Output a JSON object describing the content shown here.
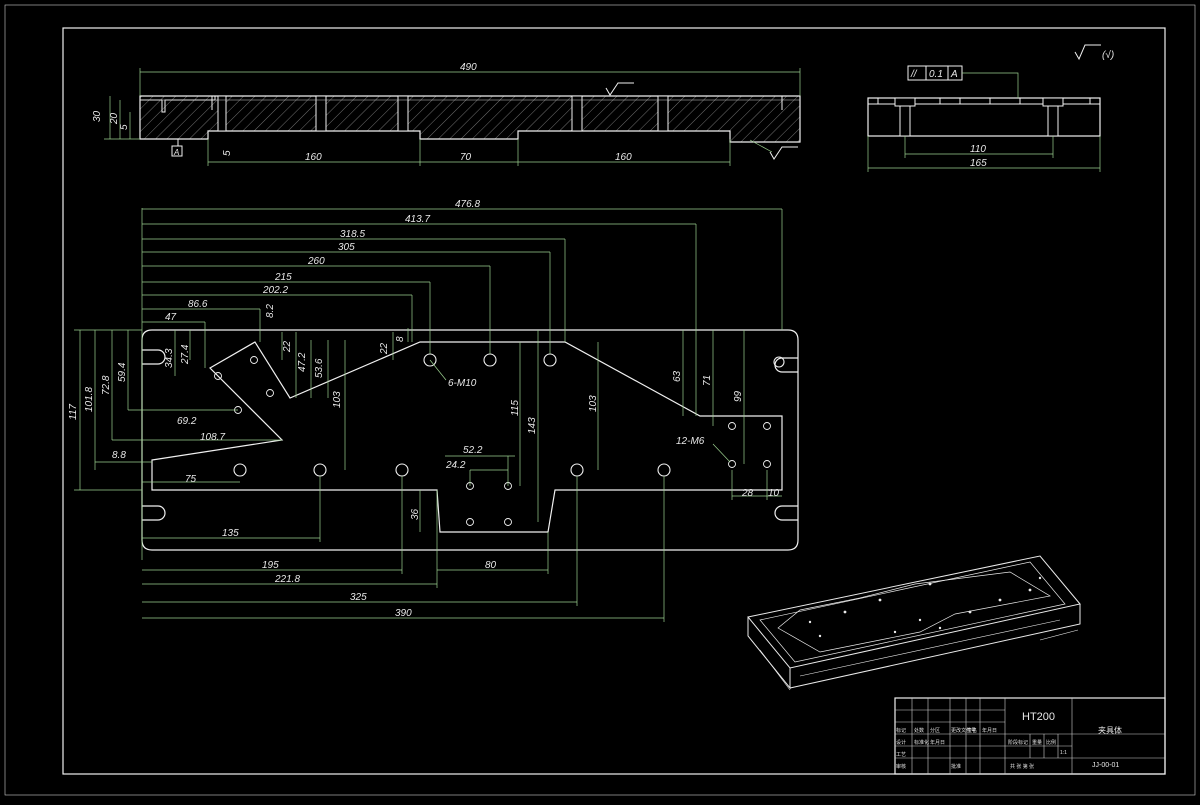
{
  "drawing": {
    "surface_roughness_note": "(√)",
    "top_view_dims": {
      "overall": "490",
      "h30": "30",
      "h20": "20",
      "h5": "5",
      "step5": "5",
      "seg1": "160",
      "seg2": "70",
      "seg3": "160",
      "datum": "A"
    },
    "side_view": {
      "tolerance_symbol": "//",
      "tolerance_value": "0.1",
      "tolerance_datum": "A",
      "inner": "110",
      "outer": "165"
    },
    "plan_view_dims": {
      "h476": "476.8",
      "h413": "413.7",
      "h318": "318.5",
      "h305": "305",
      "h260": "260",
      "h215": "215",
      "h202": "202.2",
      "h86": "86.6",
      "h47": "47",
      "v8_2": "8.2",
      "v22": "22",
      "v8": "8",
      "v22b": "22",
      "v34": "34.3",
      "v27": "27.4",
      "v47": "47.2",
      "v53": "53.6",
      "v103a": "103",
      "v117": "117",
      "v101": "101.8",
      "v72": "72.8",
      "v59": "59.4",
      "h69": "69.2",
      "h108": "108.7",
      "h8_8": "8.8",
      "h75": "75",
      "h135": "135",
      "h195": "195",
      "h221": "221.8",
      "h325": "325",
      "h390": "390",
      "h80": "80",
      "v36": "36",
      "h52": "52.2",
      "h24": "24.2",
      "v115": "115",
      "v143": "143",
      "v103b": "103",
      "v63": "63",
      "v71": "71",
      "v99": "99",
      "h28": "28",
      "h10": "10",
      "note_m10": "6-M10",
      "note_m6": "12-M6"
    }
  },
  "title_block": {
    "material": "HT200",
    "part_name": "夹具体",
    "drawing_no": "JJ-00-01",
    "scale": "1:1",
    "row_labels": [
      "标记",
      "处数",
      "分区",
      "更改文件号",
      "签名",
      "年月日"
    ],
    "row2_labels": [
      "设计",
      "标准化",
      "年月日",
      "阶段标记",
      "重量",
      "比例"
    ],
    "row3_labels": [
      "审核",
      "工艺",
      "批准"
    ],
    "sheet_text": "共 张 第 张"
  }
}
